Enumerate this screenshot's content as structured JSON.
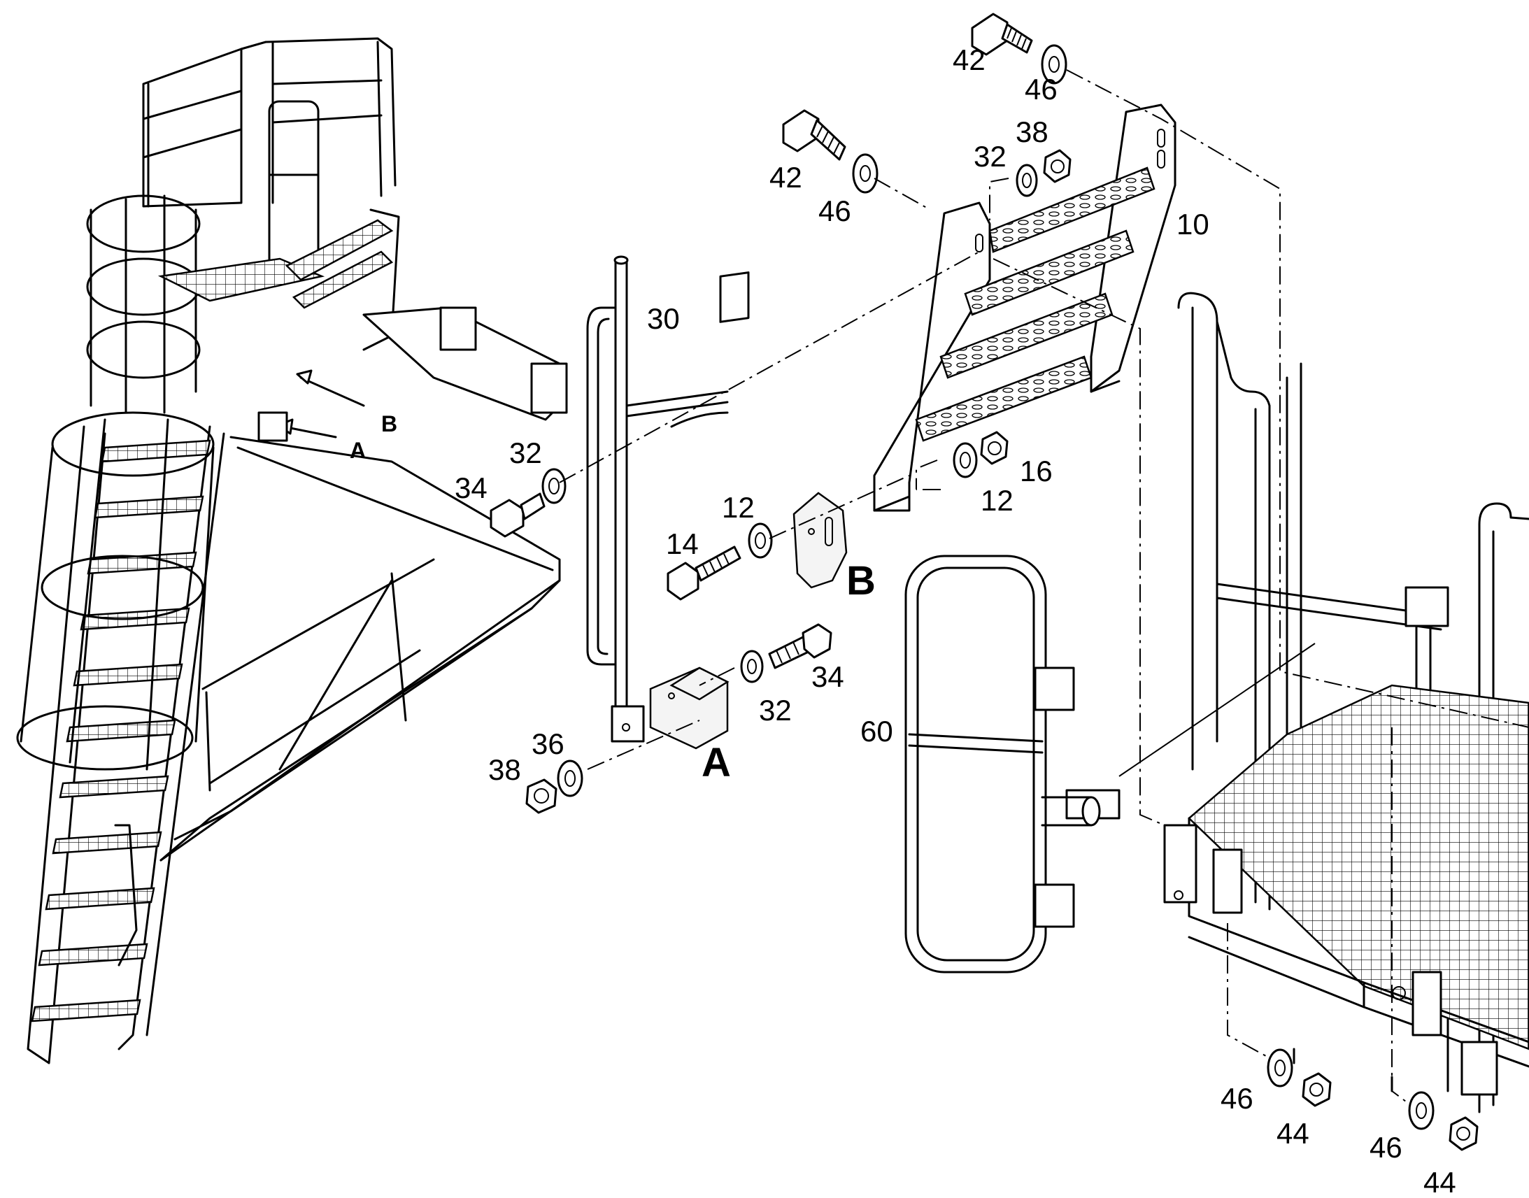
{
  "labels": {
    "p42a": "42",
    "p46a": "46",
    "p42b": "42",
    "p46b": "46",
    "p32a": "32",
    "p38a": "38",
    "p10": "10",
    "p30": "30",
    "p32b": "32",
    "p34a": "34",
    "p12a": "12",
    "p14": "14",
    "p12b": "12",
    "p16": "16",
    "p34b": "34",
    "p32c": "32",
    "p36": "36",
    "p38b": "38",
    "p60": "60",
    "p46c": "46",
    "p44a": "44",
    "p46d": "46",
    "p44b": "44"
  },
  "details": {
    "a_big": "A",
    "b_big": "B",
    "a_small": "A",
    "b_small": "B"
  }
}
